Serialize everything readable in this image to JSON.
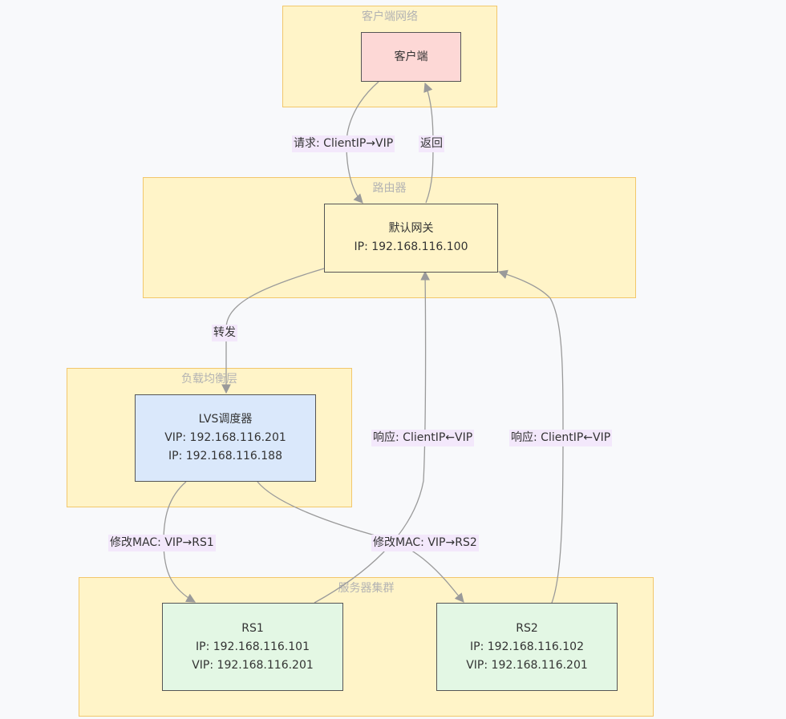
{
  "groups": {
    "client_net": "客户端网络",
    "router": "路由器",
    "lb_layer": "负载均衡层",
    "cluster": "服务器集群"
  },
  "nodes": {
    "client": {
      "title": "客户端"
    },
    "gateway": {
      "title": "默认网关",
      "ip": "IP: 192.168.116.100"
    },
    "lvs": {
      "title": "LVS调度器",
      "vip": "VIP: 192.168.116.201",
      "ip": "IP: 192.168.116.188"
    },
    "rs1": {
      "title": "RS1",
      "ip": "IP: 192.168.116.101",
      "vip": "VIP: 192.168.116.201"
    },
    "rs2": {
      "title": "RS2",
      "ip": "IP: 192.168.116.102",
      "vip": "VIP: 192.168.116.201"
    }
  },
  "edges": {
    "request": "请求: ClientIP→VIP",
    "return": "返回",
    "forward": "转发",
    "mac_rs1": "修改MAC: VIP→RS1",
    "mac_rs2": "修改MAC: VIP→RS2",
    "resp_rs1": "响应: ClientIP←VIP",
    "resp_rs2": "响应: ClientIP←VIP"
  },
  "colors": {
    "group_fill": "#fff4c8",
    "client_fill": "#fdd8d6",
    "lvs_fill": "#dae8fb",
    "rs_fill": "#e3f7e4",
    "edge_stroke": "#9a9a9a",
    "label_bg": "#f3e8fb"
  }
}
